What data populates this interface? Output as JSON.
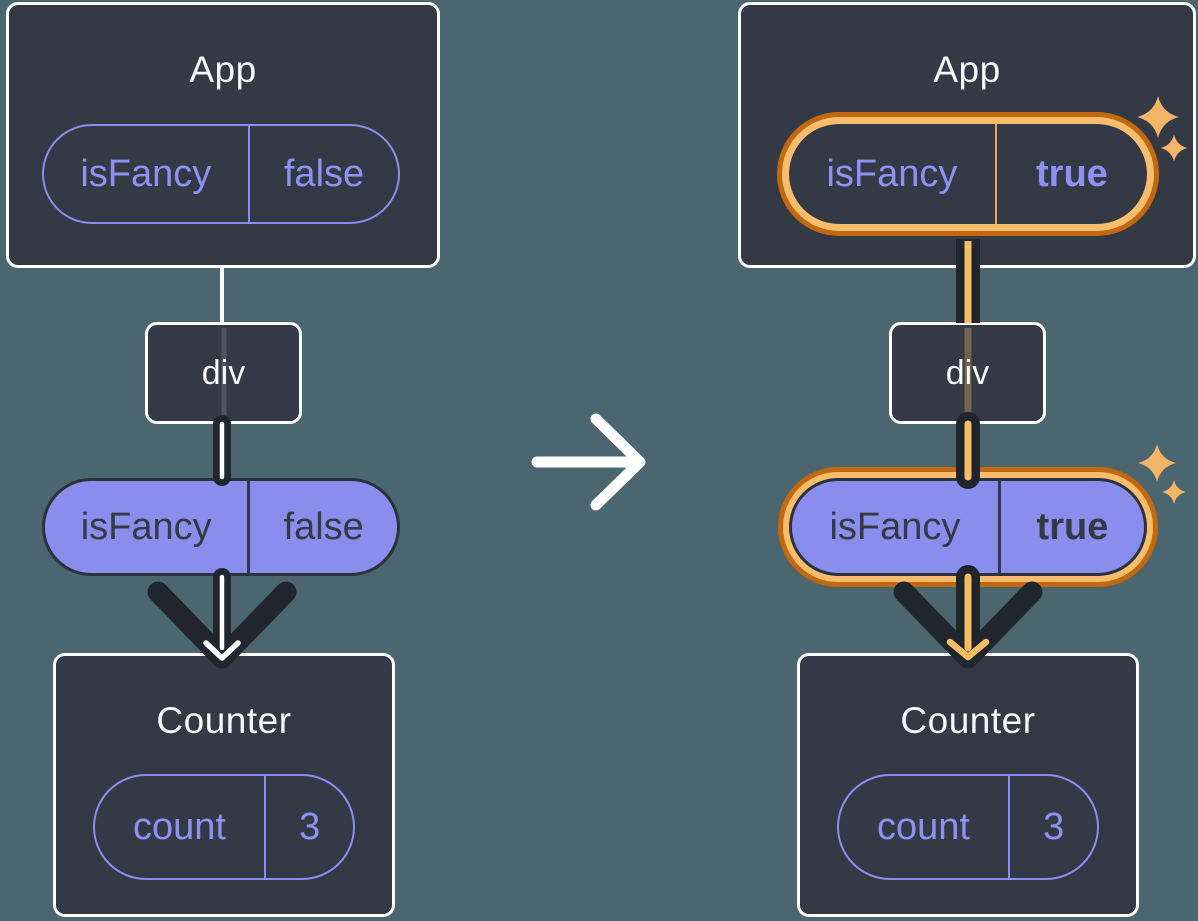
{
  "before": {
    "app_title": "App",
    "app_state": {
      "label": "isFancy",
      "value": "false"
    },
    "div_label": "div",
    "prop": {
      "label": "isFancy",
      "value": "false"
    },
    "counter_title": "Counter",
    "counter_state": {
      "label": "count",
      "value": "3"
    }
  },
  "after": {
    "app_title": "App",
    "app_state": {
      "label": "isFancy",
      "value": "true"
    },
    "div_label": "div",
    "prop": {
      "label": "isFancy",
      "value": "true"
    },
    "counter_title": "Counter",
    "counter_state": {
      "label": "count",
      "value": "3"
    }
  },
  "icons": {
    "transition": "arrow-right-icon",
    "flow_before": "arrow-down-icon",
    "flow_after": "arrow-down-icon",
    "highlight": "sparkle-icon"
  },
  "colors": {
    "page_background": "#4c6670",
    "card_background": "#333a46",
    "card_border": "#ffffff",
    "accent_purple": "#8b8df0",
    "pill_fill_purple": "#8b8ded",
    "dark_text": "#333a45",
    "connector_dark": "#21252e",
    "connector_core_before": "#ffffff",
    "connector_core_after": "#f8bc62",
    "highlight_ring_light": "#f7bd6d",
    "highlight_ring_dark": "#c2690f",
    "sparkle": "#f4b566"
  }
}
